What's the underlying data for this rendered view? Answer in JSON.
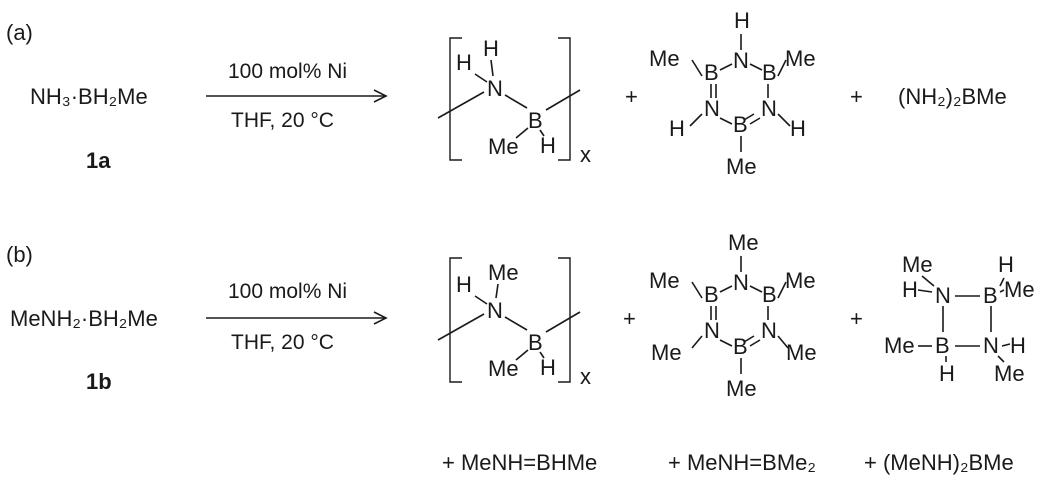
{
  "panels": [
    {
      "label": "(a)",
      "reactant": "NH₃·BH₂Me",
      "reactant_id": "1a",
      "conditions_top": "100 mol% Ni",
      "conditions_bottom": "THF, 20 °C",
      "polymer": {
        "n_sub1": "H",
        "n_sub2": "H",
        "n": "N",
        "b": "B",
        "b_sub1": "Me",
        "b_sub2": "H",
        "repeat": "x"
      },
      "plus": "+",
      "ring": {
        "top_atom": "N",
        "top_sub": "H",
        "right_atom": "B",
        "right_sub": "Me",
        "lowright_atom": "N",
        "lowright_sub": "H",
        "bottom_atom": "B",
        "bottom_sub": "Me",
        "lowleft_atom": "N",
        "lowleft_sub": "H",
        "left_atom": "B",
        "left_sub": "Me"
      },
      "third_product": "(NH₂)₂BMe"
    },
    {
      "label": "(b)",
      "reactant": "MeNH₂·BH₂Me",
      "reactant_id": "1b",
      "conditions_top": "100 mol% Ni",
      "conditions_bottom": "THF, 20 °C",
      "polymer": {
        "n_sub1": "H",
        "n_sub2": "Me",
        "n": "N",
        "b": "B",
        "b_sub1": "Me",
        "b_sub2": "H",
        "repeat": "x"
      },
      "plus": "+",
      "ring": {
        "top_atom": "N",
        "top_sub": "Me",
        "right_atom": "B",
        "right_sub": "Me",
        "lowright_atom": "N",
        "lowright_sub": "Me",
        "bottom_atom": "B",
        "bottom_sub": "Me",
        "lowleft_atom": "N",
        "lowleft_sub": "Me",
        "left_atom": "B",
        "left_sub": "Me"
      },
      "diazadiboretidine": {
        "n1": "N",
        "n1_sub1": "Me",
        "n1_sub2": "H",
        "b1": "B",
        "b1_sub1": "H",
        "b1_sub2": "Me",
        "b2": "B",
        "b2_sub1": "Me",
        "b2_sub2": "H",
        "n2": "N",
        "n2_sub1": "H",
        "n2_sub2": "Me"
      },
      "extra_products": [
        "+  MeNH=BHMe",
        "+  MeNH=BMe₂",
        "+  (MeNH)₂BMe"
      ]
    }
  ]
}
